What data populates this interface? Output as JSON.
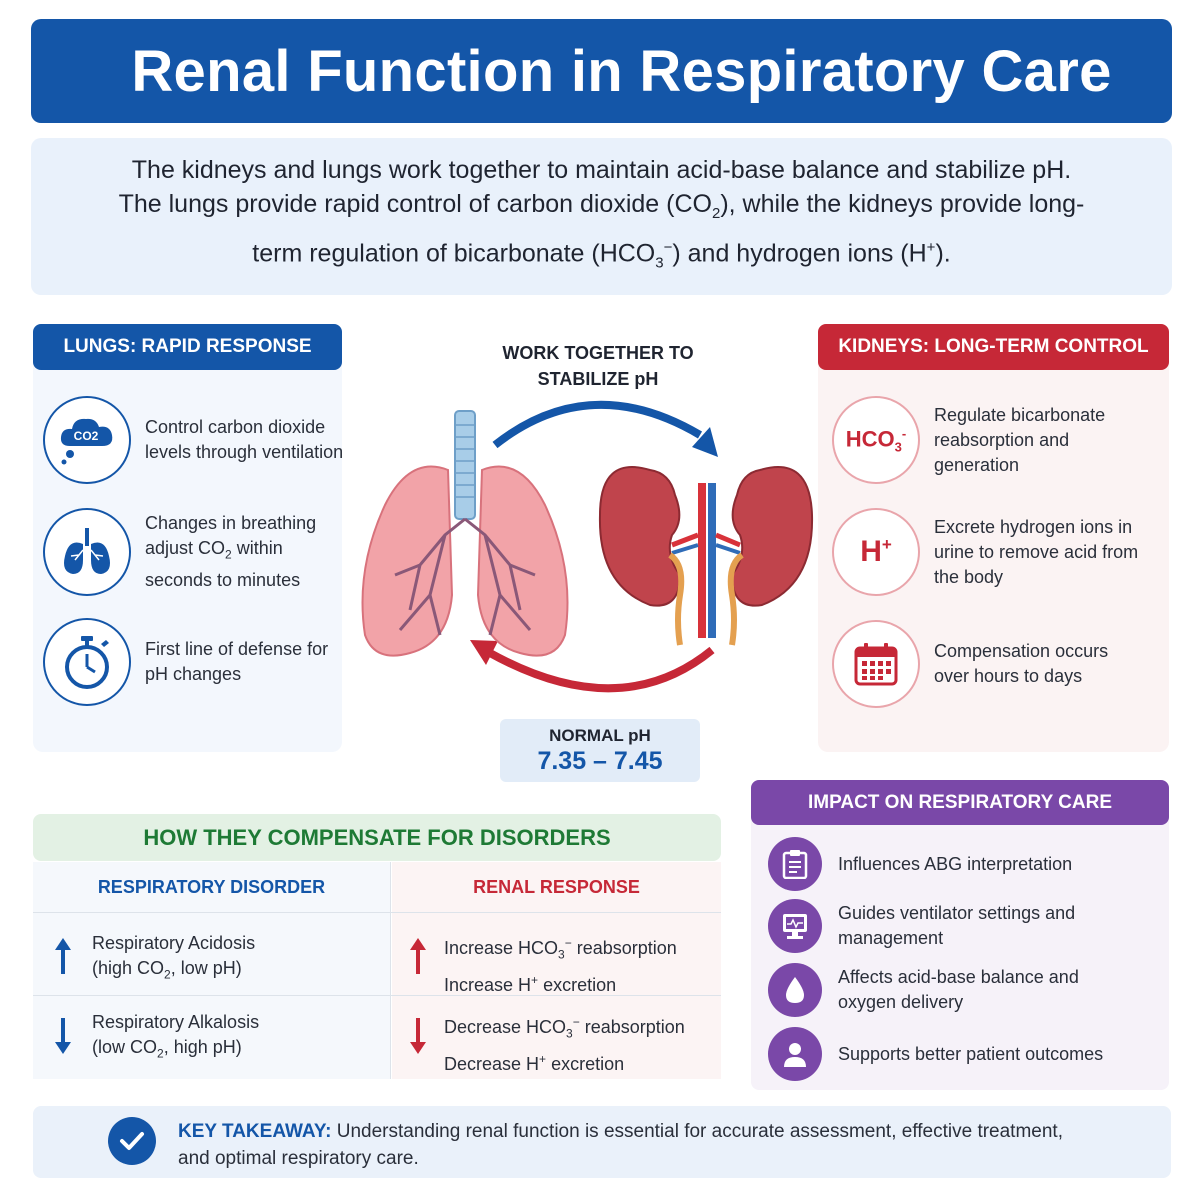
{
  "title": "Renal Function in Respiratory Care",
  "intro": {
    "part1": "The kidneys and lungs work together to maintain acid-base balance and stabilize pH. The lungs provide rapid control of carbon dioxide (CO",
    "part1_sub": "2",
    "part2": "), while the kidneys provide long-term regulation of bicarbonate (HCO",
    "part2_sub": "3",
    "part2_sup": "−",
    "part3": ") and hydrogen ions (H",
    "part3_sup": "+",
    "part4": ")."
  },
  "lungs_panel": {
    "heading": "LUNGS: RAPID RESPONSE",
    "icon_label": "CO2",
    "items": [
      {
        "icon": "co2-cloud-icon",
        "text": "Control carbon dioxide levels through ventilation"
      },
      {
        "icon": "lungs-icon",
        "text_a": "Changes in breathing adjust CO",
        "text_sub": "2",
        "text_b": " within seconds to minutes"
      },
      {
        "icon": "stopwatch-icon",
        "text": "First line of defense for pH changes"
      }
    ]
  },
  "center": {
    "work_together": "WORK TOGETHER TO STABILIZE pH",
    "normal_label": "NORMAL pH",
    "normal_value": "7.35 – 7.45"
  },
  "kidneys_panel": {
    "heading": "KIDNEYS: LONG-TERM CONTROL",
    "items": [
      {
        "icon": "hco3-icon",
        "icon_label": "HCO",
        "icon_sub": "3",
        "icon_sup": "-",
        "text": "Regulate bicarbonate reabsorption and generation"
      },
      {
        "icon": "hydrogen-ion-icon",
        "icon_label": "H",
        "icon_sup": "+",
        "text": "Excrete hydrogen ions in urine to remove acid from the body"
      },
      {
        "icon": "calendar-icon",
        "text": "Compensation occurs over hours to days"
      }
    ]
  },
  "compensation": {
    "heading": "HOW THEY COMPENSATE FOR DISORDERS",
    "col_left": "RESPIRATORY DISORDER",
    "col_right": "RENAL RESPONSE",
    "rows": [
      {
        "disorder": "Respiratory Acidosis",
        "detail_a": "(high CO",
        "detail_sub": "2",
        "detail_b": ", low pH)",
        "resp1_a": "Increase HCO",
        "resp1_sub": "3",
        "resp1_sup": "−",
        "resp1_b": " reabsorption",
        "resp2_a": "Increase H",
        "resp2_sup": "+",
        "resp2_b": " excretion"
      },
      {
        "disorder": "Respiratory Alkalosis",
        "detail_a": "(low CO",
        "detail_sub": "2",
        "detail_b": ", high pH)",
        "resp1_a": "Decrease HCO",
        "resp1_sub": "3",
        "resp1_sup": "−",
        "resp1_b": " reabsorption",
        "resp2_a": "Decrease H",
        "resp2_sup": "+",
        "resp2_b": " excretion"
      }
    ]
  },
  "impact": {
    "heading": "IMPACT ON RESPIRATORY CARE",
    "items": [
      {
        "icon": "clipboard-icon",
        "text": "Influences ABG interpretation"
      },
      {
        "icon": "ventilator-icon",
        "text": "Guides ventilator settings and management"
      },
      {
        "icon": "droplet-icon",
        "text": "Affects acid-base balance and oxygen delivery"
      },
      {
        "icon": "patient-icon",
        "text": "Supports better patient outcomes"
      }
    ]
  },
  "takeaway": {
    "label": "KEY TAKEAWAY:",
    "text": " Understanding renal function is essential for accurate assessment, effective treatment, and optimal respiratory care."
  },
  "colors": {
    "blue": "#1456a8",
    "red": "#c62837",
    "green": "#1e7a35",
    "purple": "#7a48a8"
  }
}
